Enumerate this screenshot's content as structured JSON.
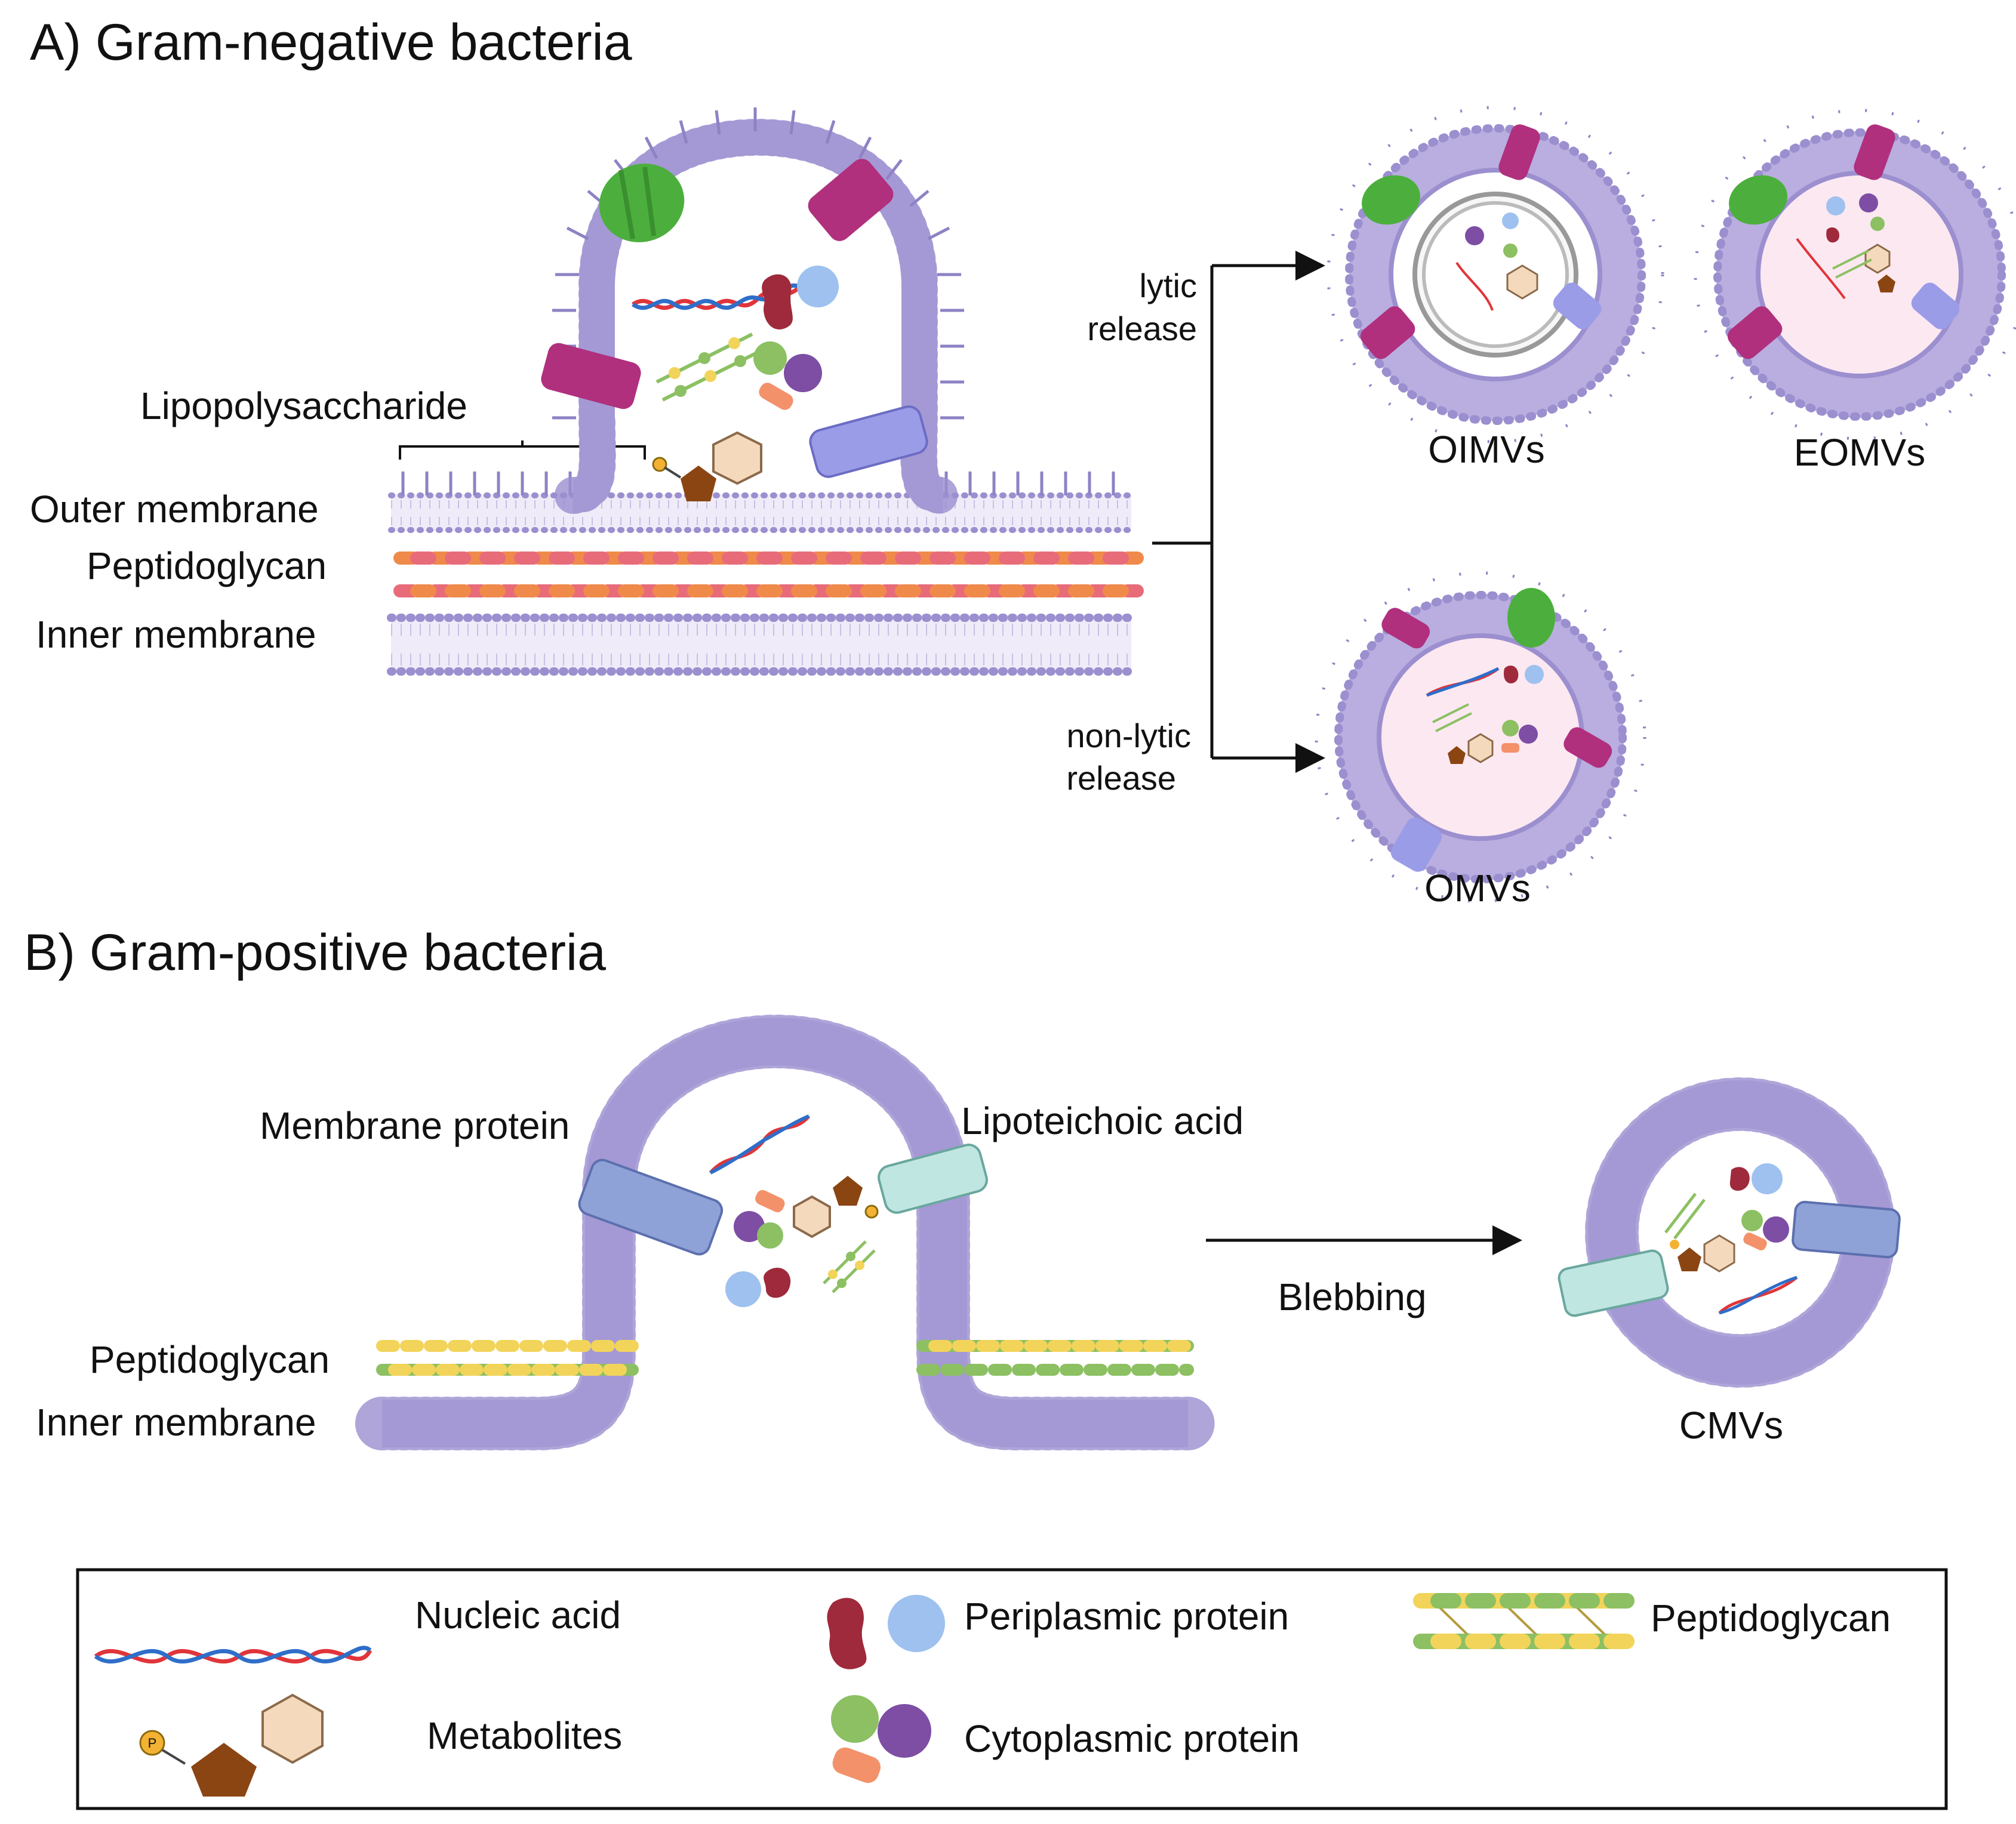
{
  "panel_a": {
    "title": "A) Gram-negative bacteria",
    "labels": {
      "lps": "Lipopolysaccharide",
      "outer_membrane": "Outer membrane",
      "peptidoglycan": "Peptidoglycan",
      "inner_membrane": "Inner membrane"
    },
    "lytic_release": [
      "lytic",
      "release"
    ],
    "nonlytic_release": [
      "non-lytic",
      "release"
    ],
    "vesicles": {
      "oimv": "OIMVs",
      "eomv": "EOMVs",
      "omv": "OMVs"
    }
  },
  "panel_b": {
    "title": "B) Gram-positive bacteria",
    "labels": {
      "membrane_protein": "Membrane protein",
      "lipoteichoic_acid": "Lipoteichoic acid",
      "peptidoglycan": "Peptidoglycan",
      "inner_membrane": "Inner membrane"
    },
    "blebbing": "Blebbing",
    "vesicle": "CMVs"
  },
  "legend": {
    "nucleic_acid": "Nucleic acid",
    "metabolites": "Metabolites",
    "periplasmic_protein": "Periplasmic protein",
    "cytoplasmic_protein": "Cytoplasmic protein",
    "peptidoglycan": "Peptidoglycan",
    "phosphate_symbol": "P"
  },
  "colors": {
    "membrane": "#9b8fcf",
    "membrane_fill": "#e9e4f6",
    "lumen": "#fce8f1",
    "green_protein": "#4caf3d",
    "magenta_protein": "#b0307e",
    "periwinkle_protein": "#9b9ce8",
    "blue_protein": "#8fa2d8",
    "teal_protein": "#bfe6e0",
    "pg_orange": "#f08a4b",
    "pg_pink": "#e86b7a",
    "pg_yellow": "#f2d45a",
    "pg_green": "#8cc063",
    "dna_red": "#e0353a",
    "dna_blue": "#2f6ec9",
    "pentagon": "#8b4513",
    "hexagon": "#f4d9bd",
    "red_protein": "#9e2a3c",
    "lightblue_protein": "#9ec1ef",
    "purple_protein": "#7d4ea4",
    "salmon_protein": "#f3916a"
  }
}
